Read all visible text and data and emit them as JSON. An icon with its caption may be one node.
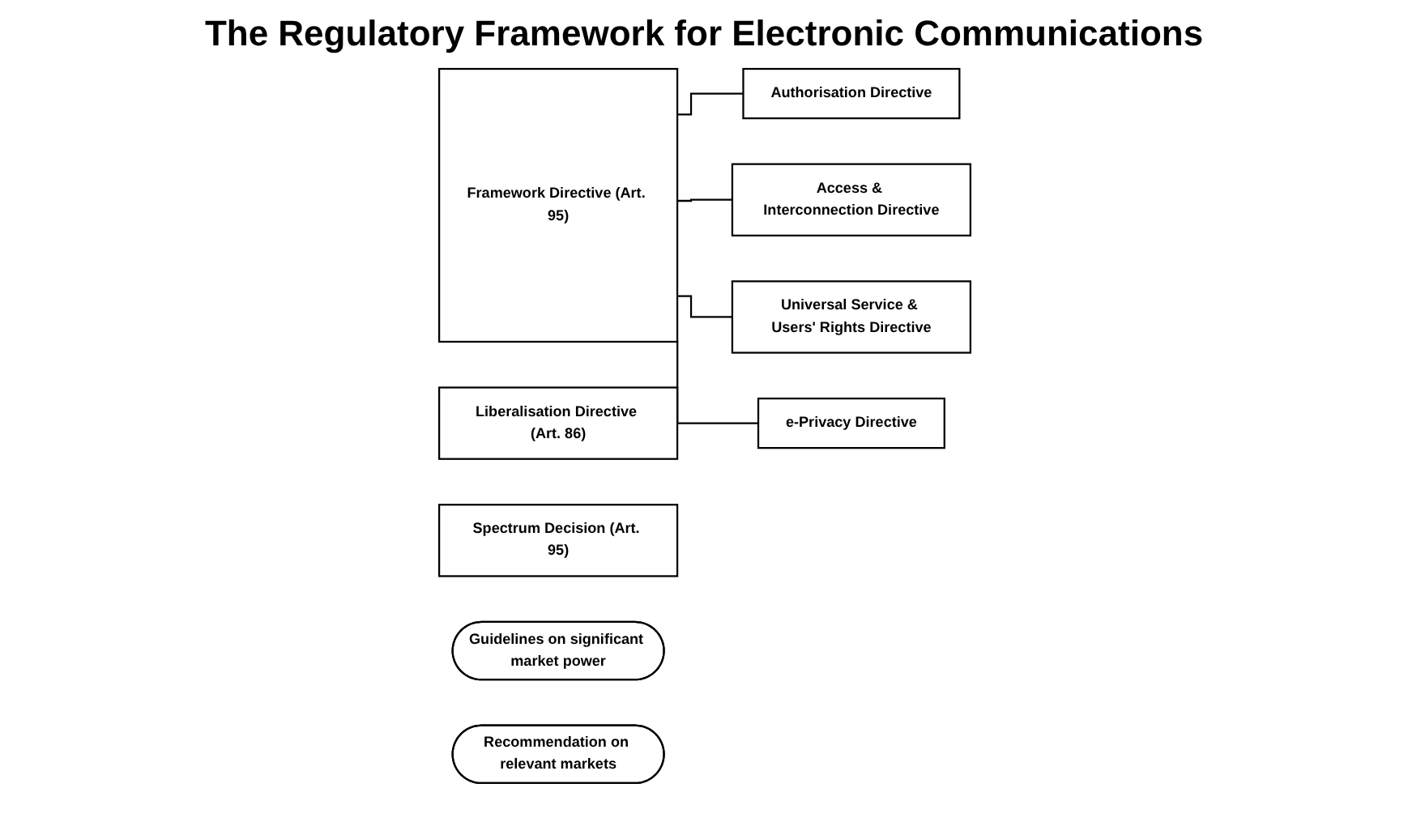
{
  "diagram": {
    "title": "The Regulatory Framework for Electronic Communications",
    "nodes": [
      {
        "text": [
          "Framework Directive (Art. 95)"
        ]
      },
      {
        "text": [
          "Authorisation Directive"
        ]
      },
      {
        "text": [
          "Access & Interconnection Directive"
        ]
      },
      {
        "text": [
          "Universal Service & Users' Rights Directive"
        ]
      },
      {
        "text": [
          "e-Privacy Directive"
        ]
      },
      {
        "text": [
          "Liberalisation Directive (Art. 86)"
        ]
      },
      {
        "text": [
          "Spectrum Decision (Art. 95)"
        ]
      },
      {
        "text": [
          "Guidelines on significant market power"
        ]
      },
      {
        "text": [
          "Recommendation on relevant markets"
        ]
      }
    ],
    "edges": [
      {
        "from": 0,
        "to": 1,
        "arrow": "none"
      },
      {
        "from": 0,
        "to": 2,
        "arrow": "none"
      },
      {
        "from": 0,
        "to": 3,
        "arrow": "none"
      },
      {
        "from": 0,
        "to": 4,
        "arrow": "none"
      }
    ]
  }
}
